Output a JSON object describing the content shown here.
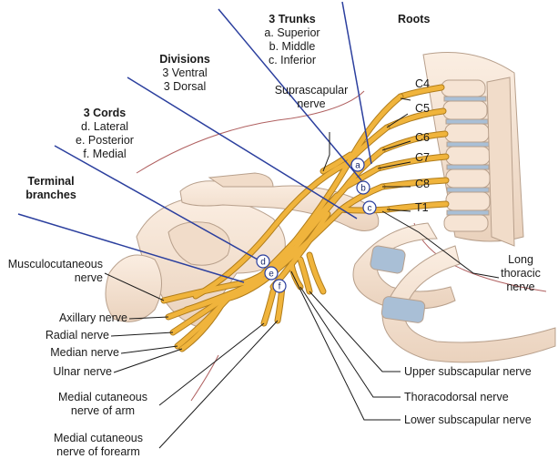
{
  "headings": {
    "roots": "Roots",
    "trunks": "3 Trunks",
    "divisions": "Divisions",
    "cords": "3 Cords",
    "terminal": [
      "Terminal",
      "branches"
    ]
  },
  "trunks_items": [
    "a. Superior",
    "b. Middle",
    "c. Inferior"
  ],
  "divisions_items": [
    "3 Ventral",
    "3 Dorsal"
  ],
  "cords_items": [
    "d. Lateral",
    "e. Posterior",
    "f. Medial"
  ],
  "roots": [
    "C4",
    "C5",
    "C6",
    "C7",
    "C8",
    "T1"
  ],
  "markers": [
    "a",
    "b",
    "c",
    "d",
    "e",
    "f"
  ],
  "labels": {
    "suprascapular": [
      "Suprascapular",
      "nerve"
    ],
    "long_thoracic": [
      "Long",
      "thoracic",
      "nerve"
    ],
    "musculocutaneous": [
      "Musculocutaneous",
      "nerve"
    ],
    "axillary": "Axillary nerve",
    "radial": "Radial nerve",
    "median": "Median nerve",
    "ulnar": "Ulnar nerve",
    "med_cut_arm": [
      "Medial cutaneous",
      "nerve of arm"
    ],
    "med_cut_forearm": [
      "Medial cutaneous",
      "nerve of forearm"
    ],
    "upper_subscapular": "Upper subscapular nerve",
    "thoracodorsal": "Thoracodorsal nerve",
    "lower_subscapular": "Lower subscapular nerve"
  },
  "colors": {
    "nerve": "#f0b43c",
    "nerve_outline": "#b07d1c",
    "bone": "#f6e4d4",
    "bone_outline": "#b8a08c",
    "cartilage": "#a9bfd6",
    "pointer_blue": "#2b3f9e",
    "skin_line": "#b06060",
    "marker_fill": "#ffffff",
    "marker_stroke": "#2b3f9e"
  }
}
